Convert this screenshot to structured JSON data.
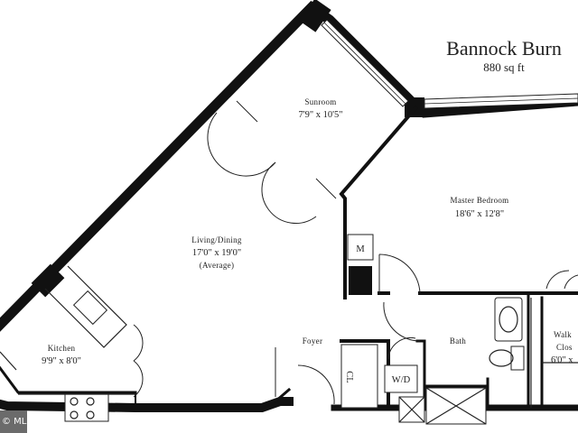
{
  "plan": {
    "name": "Bannock Burn",
    "area": "880 sq ft"
  },
  "rooms": {
    "sunroom": {
      "label": "Sunroom",
      "dims": "7'9\" x 10'5\""
    },
    "living": {
      "label": "Living/Dining",
      "dims": "17'0\" x 19'0\"",
      "note": "(Average)"
    },
    "master": {
      "label": "Master Bedroom",
      "dims": "18'6\" x 12'8\""
    },
    "kitchen": {
      "label": "Kitchen",
      "dims": "9'9\" x 8'0\""
    },
    "foyer": {
      "label": "Foyer"
    },
    "bath": {
      "label": "Bath"
    },
    "walkin": {
      "label": "Walk",
      "label2": "Clos",
      "dims": "6'0\" x"
    }
  },
  "fixtures": {
    "mechanical": "M",
    "washer_dryer": "W/D",
    "closet": "CL"
  },
  "watermark": "© MLS",
  "colors": {
    "wall": "#111111",
    "background": "#ffffff",
    "watermark_bg": "#6b6b6b"
  }
}
